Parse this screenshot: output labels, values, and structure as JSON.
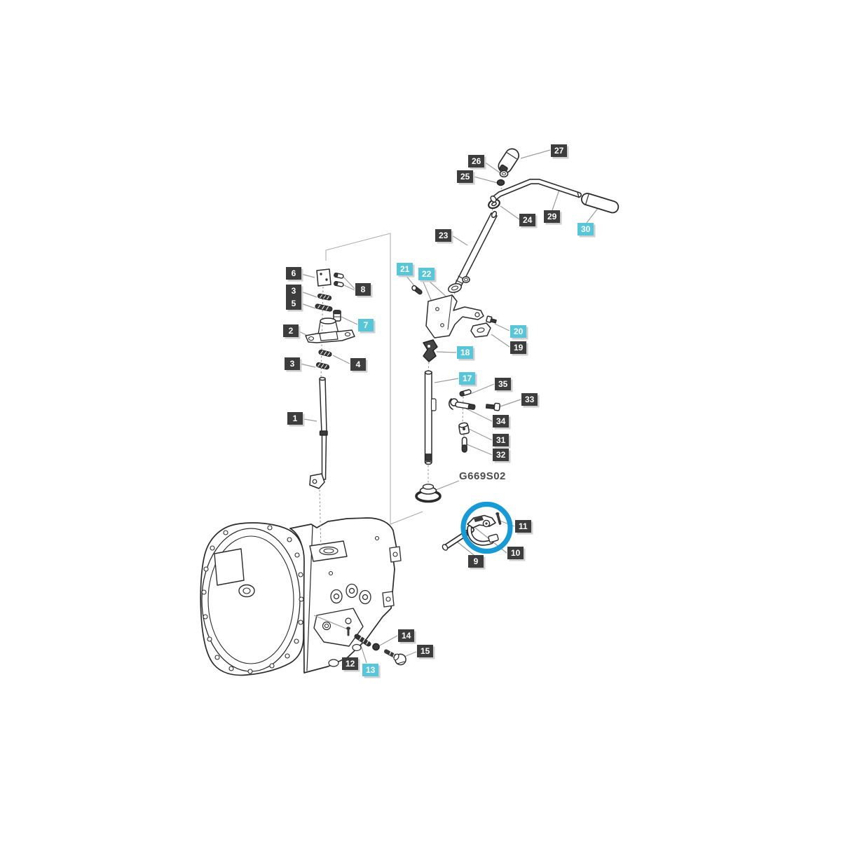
{
  "figure": {
    "code": "G669S02"
  },
  "colors": {
    "background": "#ffffff",
    "label_dark": "#3d3d3d",
    "label_highlight": "#58c6d9",
    "label_text": "#ffffff",
    "outline": "#2b2b2b",
    "leader_line": "#9b9b9b",
    "highlight_circle": "#189ad6"
  },
  "labels": {
    "l1": {
      "num": "1"
    },
    "l2": {
      "num": "2"
    },
    "l3a": {
      "num": "3"
    },
    "l3b": {
      "num": "3"
    },
    "l4": {
      "num": "4"
    },
    "l5": {
      "num": "5"
    },
    "l6": {
      "num": "6"
    },
    "l7": {
      "num": "7"
    },
    "l8": {
      "num": "8"
    },
    "l9": {
      "num": "9"
    },
    "l10": {
      "num": "10"
    },
    "l11": {
      "num": "11"
    },
    "l12": {
      "num": "12"
    },
    "l13": {
      "num": "13"
    },
    "l14": {
      "num": "14"
    },
    "l15": {
      "num": "15"
    },
    "l17": {
      "num": "17"
    },
    "l18": {
      "num": "18"
    },
    "l19": {
      "num": "19"
    },
    "l20": {
      "num": "20"
    },
    "l21": {
      "num": "21"
    },
    "l22": {
      "num": "22"
    },
    "l23": {
      "num": "23"
    },
    "l24": {
      "num": "24"
    },
    "l25": {
      "num": "25"
    },
    "l26": {
      "num": "26"
    },
    "l27": {
      "num": "27"
    },
    "l29": {
      "num": "29"
    },
    "l30": {
      "num": "30"
    },
    "l31": {
      "num": "31"
    },
    "l32": {
      "num": "32"
    },
    "l33": {
      "num": "33"
    },
    "l34": {
      "num": "34"
    },
    "l35": {
      "num": "35"
    }
  }
}
